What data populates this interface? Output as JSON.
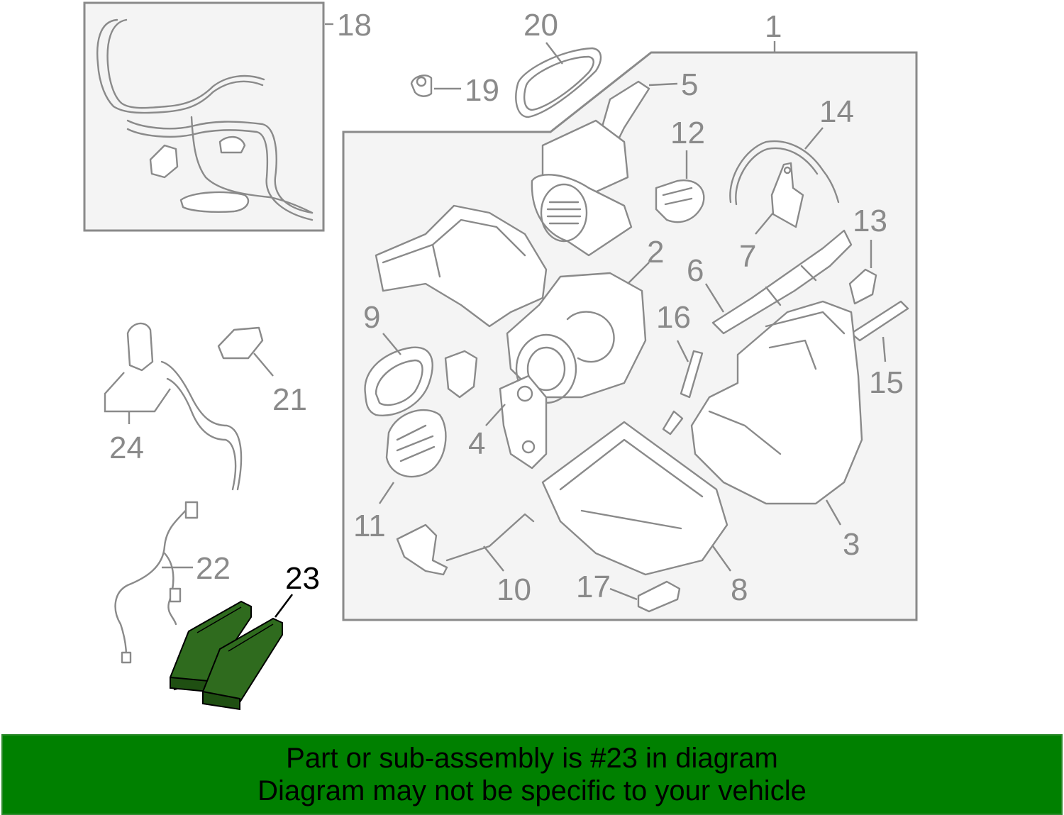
{
  "diagram": {
    "callouts": [
      "1",
      "2",
      "3",
      "4",
      "5",
      "6",
      "7",
      "8",
      "9",
      "10",
      "11",
      "12",
      "13",
      "14",
      "15",
      "16",
      "17",
      "18",
      "19",
      "20",
      "21",
      "22",
      "23",
      "24"
    ],
    "highlight_callout": "23",
    "colors": {
      "line": "#8a8a8a",
      "frame_fill": "#f4f4f4",
      "highlight_part": "#2f6b1e",
      "highlight_dark": "#1f4f12",
      "highlight_text": "#000000"
    }
  },
  "banner": {
    "line1": "Part or sub-assembly is #23 in diagram",
    "line2": "Diagram may not be specific to your vehicle",
    "background": "#008000"
  }
}
